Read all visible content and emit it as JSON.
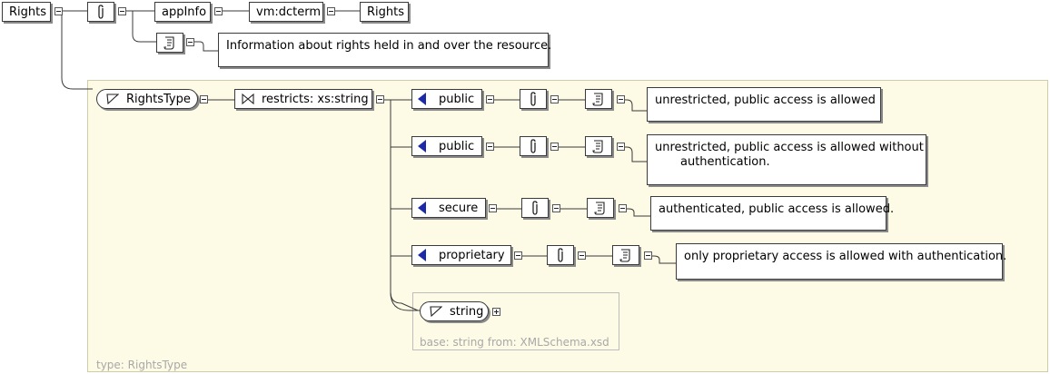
{
  "root": {
    "label": "Rights"
  },
  "annotation": {
    "appinfo_label": "appInfo",
    "element_label": "vm:dcterm",
    "value_label": "Rights",
    "documentation": "Information about rights held in and over the resource."
  },
  "type": {
    "name": "RightsType",
    "restriction": "restricts: xs:string",
    "footer": "type: RightsType"
  },
  "enumerations": [
    {
      "value": "public",
      "doc_lines": [
        "unrestricted, public access is allowed"
      ]
    },
    {
      "value": "public",
      "doc_lines": [
        "unrestricted, public access is allowed without",
        "authentication."
      ]
    },
    {
      "value": "secure",
      "doc_lines": [
        "authenticated, public access is allowed."
      ]
    },
    {
      "value": "proprietary",
      "doc_lines": [
        "only proprietary access is allowed with authentication."
      ]
    }
  ],
  "base": {
    "name": "string",
    "footer": "base: string from: XMLSchema.xsd"
  },
  "colors": {
    "enum_marker": "#1d2aa8",
    "type_background": "#fdfbe6",
    "faint_text": "#a8a8a8"
  },
  "icons": {
    "annotation": "paperclip-icon",
    "documentation": "documentation-scroll-icon",
    "complex_type": "complex-type-icon",
    "restriction": "restriction-icon",
    "enumeration": "enumeration-marker-icon",
    "collapse": "collapse-toggle-icon",
    "expand": "expand-toggle-icon"
  }
}
